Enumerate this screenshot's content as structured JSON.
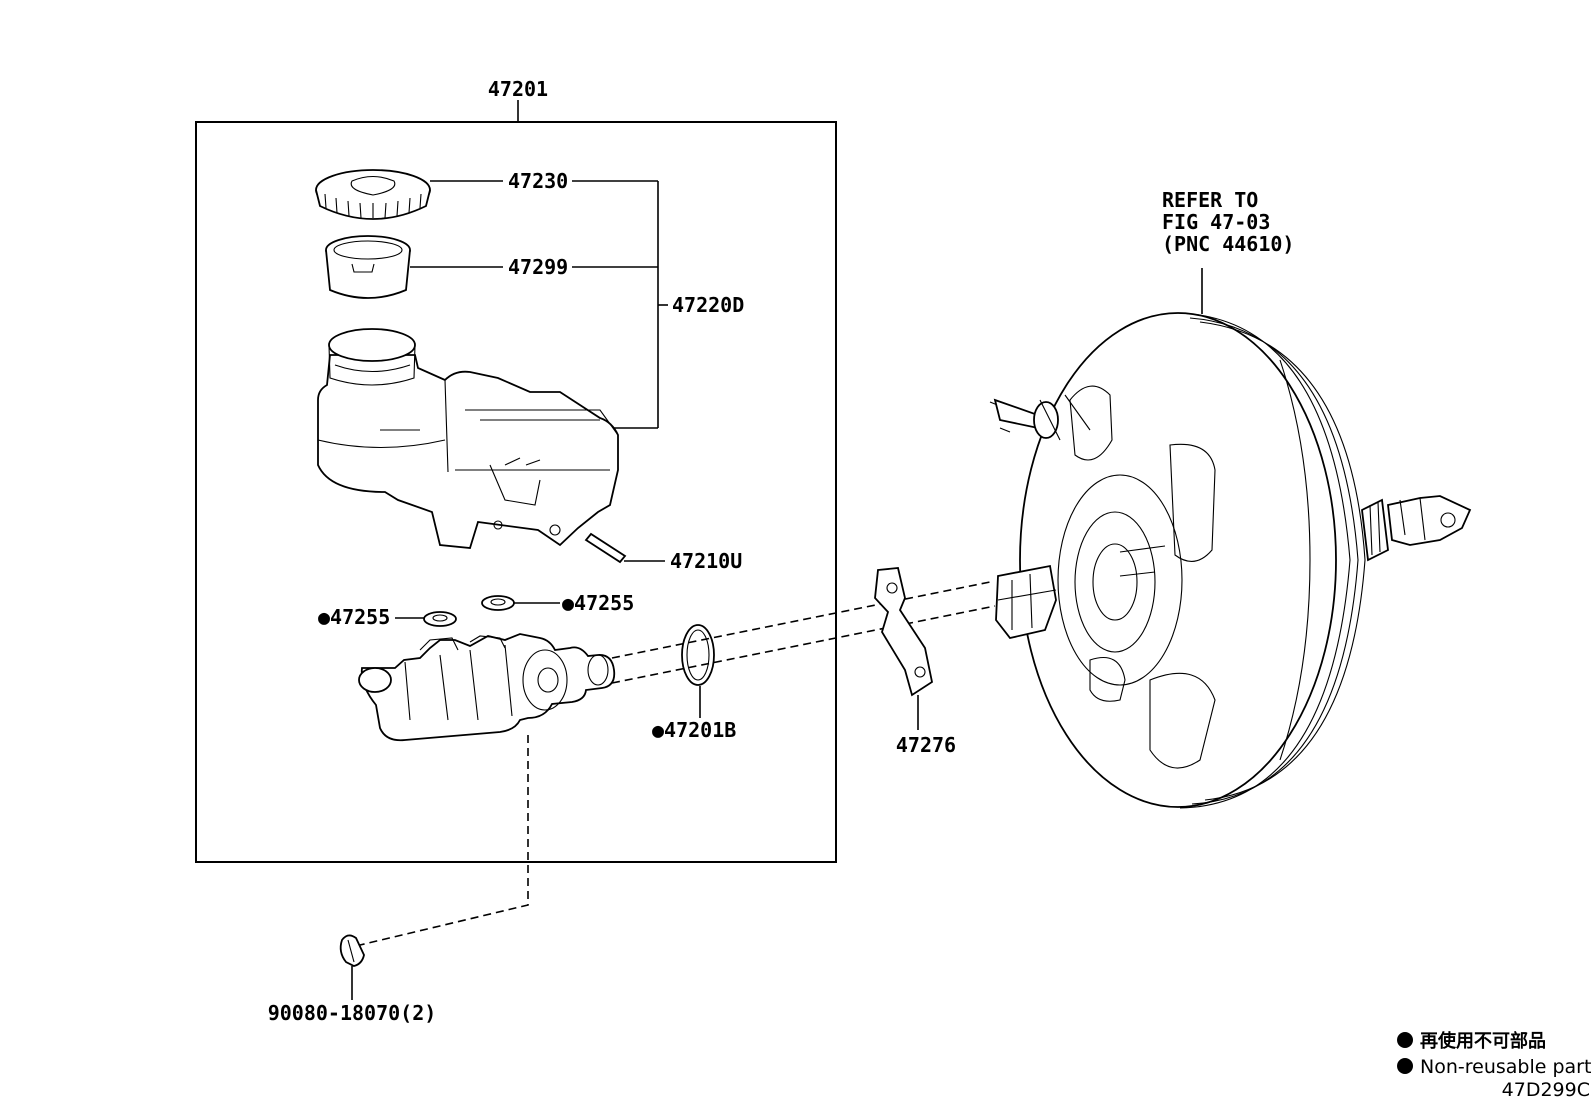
{
  "assembly_label": "47201",
  "parts": {
    "cap": "47230",
    "strainer": "47299",
    "reservoir": "47220D",
    "pin": "47210U",
    "grommet_left": "●47255",
    "grommet_right": "●47255",
    "o_ring": "●47201B",
    "gasket": "47276",
    "nut": "90080-18070(2)"
  },
  "refer_note": {
    "line1": "REFER TO",
    "line2": "FIG 47-03",
    "line3": "(PNC 44610)"
  },
  "legend": {
    "japanese": "再使用不可部品",
    "english": "Non-reusable part"
  },
  "figure_code": "47D299C"
}
